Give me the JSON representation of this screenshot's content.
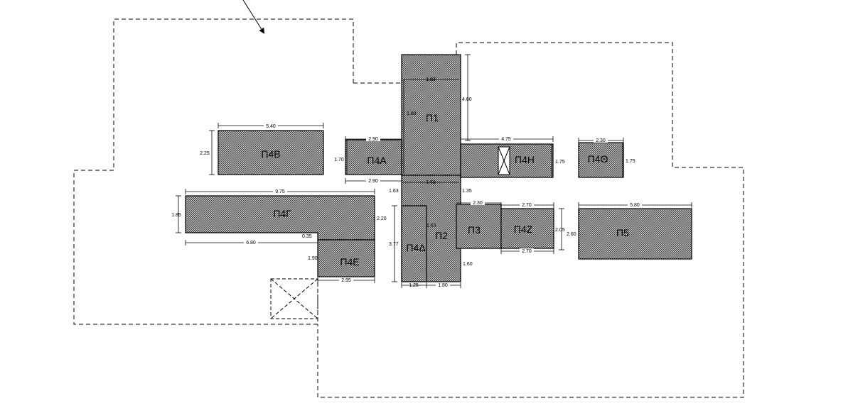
{
  "rooms": [
    {
      "id": "p1",
      "label": "Π1"
    },
    {
      "id": "p2",
      "label": "Π2"
    },
    {
      "id": "p3",
      "label": "Π3"
    },
    {
      "id": "p4a",
      "label": "Π4Α"
    },
    {
      "id": "p4b",
      "label": "Π4Β"
    },
    {
      "id": "p4g",
      "label": "Π4Γ"
    },
    {
      "id": "p4d",
      "label": "Π4Δ"
    },
    {
      "id": "p4e",
      "label": "Π4Ε"
    },
    {
      "id": "p4z",
      "label": "Π4Ζ"
    },
    {
      "id": "p4h",
      "label": "Π4Η"
    },
    {
      "id": "p4th",
      "label": "Π4Θ"
    },
    {
      "id": "p5",
      "label": "Π5"
    }
  ],
  "dimensions": {
    "p1_height": "4.60",
    "p1_inner_w": "1.63",
    "p1_inner_h": "1.63",
    "p4b_width": "5.40",
    "p4b_height": "2.25",
    "p4a_top": "2.90",
    "p4a_bottom": "2.90",
    "p4a_height": "1.70",
    "p4h_width": "4.75",
    "p4h_height": "1.75",
    "p4th_width": "2.30",
    "p4th_height": "1.75",
    "p4g_width": "9.75",
    "p4g_height": "1.85",
    "p4g_right_h": "2.20",
    "p4g_bottom": "6.80",
    "p4g_step": "0.35",
    "p4e_height": "1.90",
    "p4e_width": "2.95",
    "center_gap": "1.63",
    "center_inner": "1.63",
    "p2_left_h": "3.77",
    "p4d_inner": "1.63",
    "p4d_width": "1.25",
    "p2_width": "1.80",
    "p3_top_gap": "1.35",
    "p3_width": "2.30",
    "p3_bottom": "1.60",
    "p4z_top": "2.70",
    "p4z_bottom": "2.70",
    "p4z_height": "2.05",
    "p5_height_left": "2.60",
    "p5_width": "5.80"
  }
}
